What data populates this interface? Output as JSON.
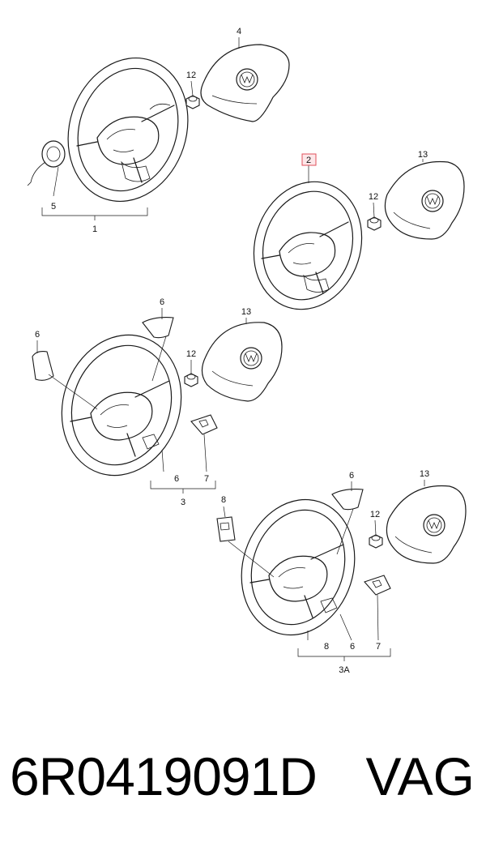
{
  "labels": {
    "g1_4": "4",
    "g1_12": "12",
    "g1_5": "5",
    "g1_1": "1",
    "g2_2": "2",
    "g2_12": "12",
    "g2_13": "13",
    "g3_6a": "6",
    "g3_6b": "6",
    "g3_12": "12",
    "g3_13": "13",
    "g3_6c": "6",
    "g3_7": "7",
    "g3_3": "3",
    "g4_6": "6",
    "g4_13": "13",
    "g4_8": "8",
    "g4_12": "12",
    "g4_8b": "8",
    "g4_6b": "6",
    "g4_7": "7",
    "g4_3a": "3A"
  },
  "footer": {
    "part_number": "6R0419091D",
    "brand": "VAG"
  },
  "colors": {
    "highlight_fill": "#fde7e9",
    "highlight_stroke": "#e0525c",
    "line": "#1a1a1a"
  }
}
